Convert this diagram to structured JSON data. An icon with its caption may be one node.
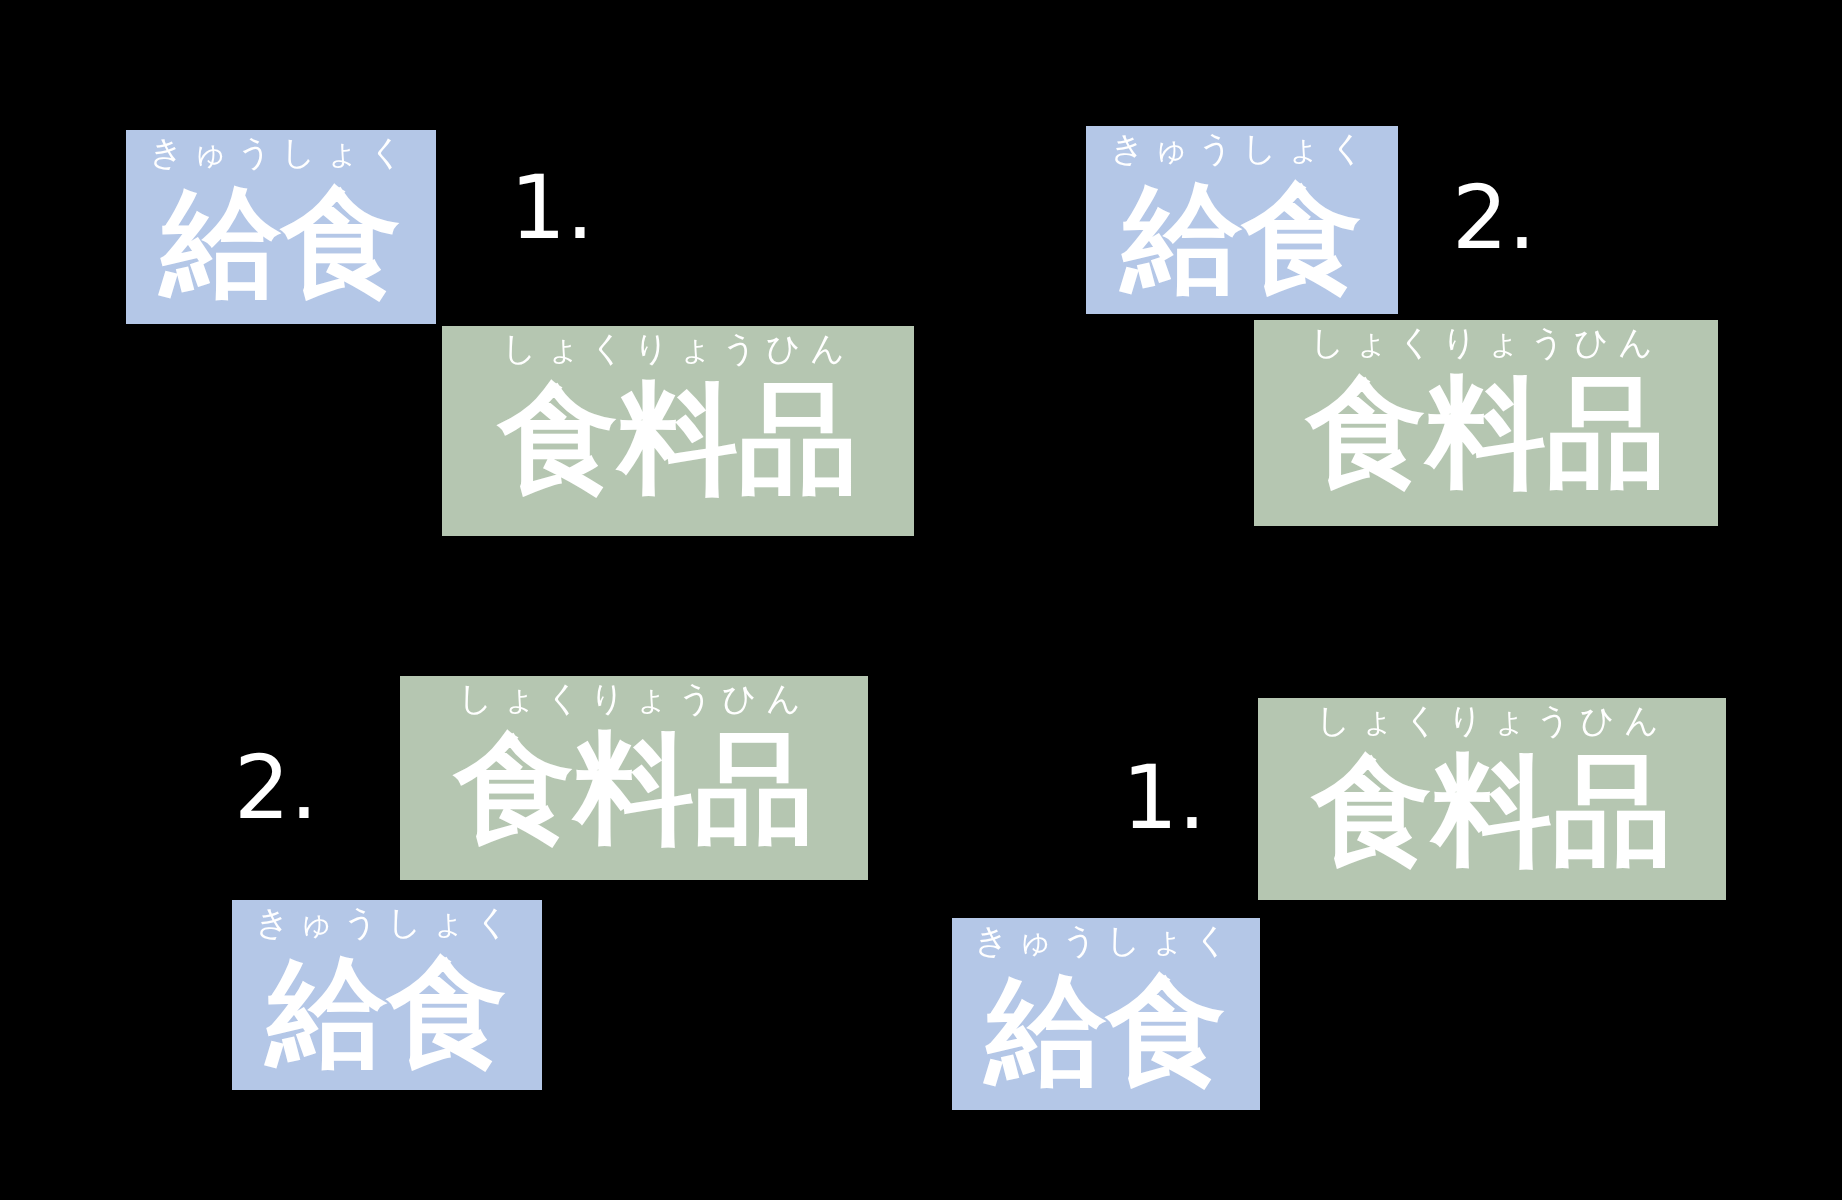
{
  "diagram": {
    "nodes": [
      {
        "text": [
          "きゅうしょく",
          "給食"
        ]
      },
      {
        "text": [
          "しょくりょうひん",
          "食料品"
        ]
      },
      {
        "text": [
          "きゅうしょく",
          "給食"
        ]
      },
      {
        "text": [
          "しょくりょうひん",
          "食料品"
        ]
      },
      {
        "text": [
          "しょくりょうひん",
          "食料品"
        ]
      },
      {
        "text": [
          "きゅうしょく",
          "給食"
        ]
      },
      {
        "text": [
          "しょくりょうひん",
          "食料品"
        ]
      },
      {
        "text": [
          "きゅうしょく",
          "給食"
        ]
      }
    ],
    "labels": [
      "1.",
      "2.",
      "2.",
      "1."
    ]
  }
}
